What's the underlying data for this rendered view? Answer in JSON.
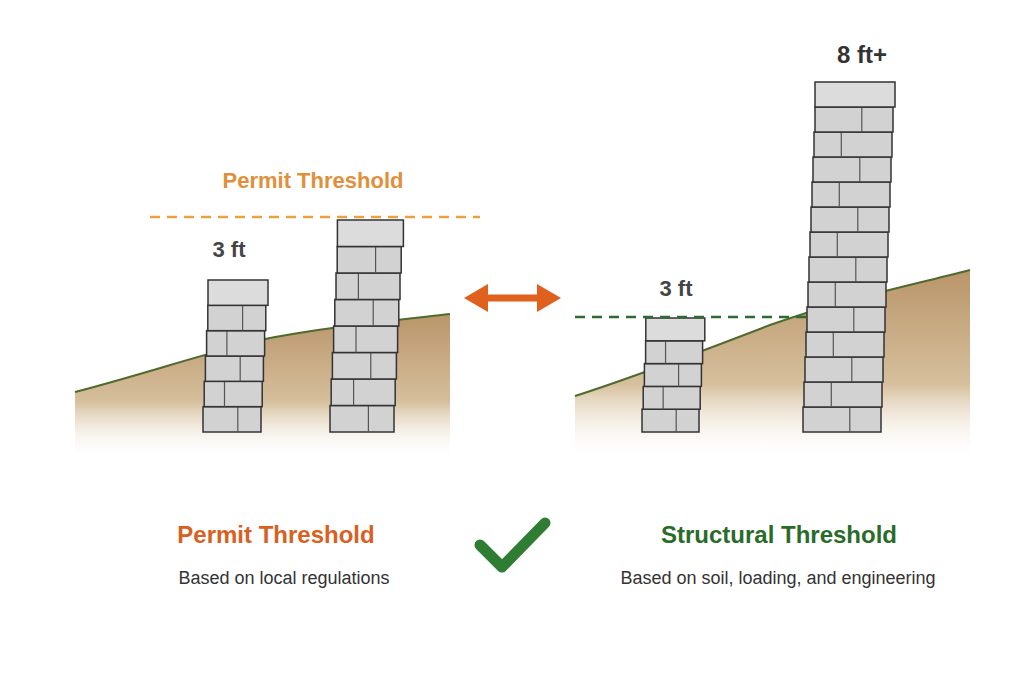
{
  "diagram": {
    "labels": [
      "8 ft+",
      "Permit Threshold",
      "3 ft",
      "3 ft",
      "Permit Threshold",
      "Based on local regulations",
      "Structural Threshold",
      "Based on soil, loading, and engineering"
    ]
  }
}
